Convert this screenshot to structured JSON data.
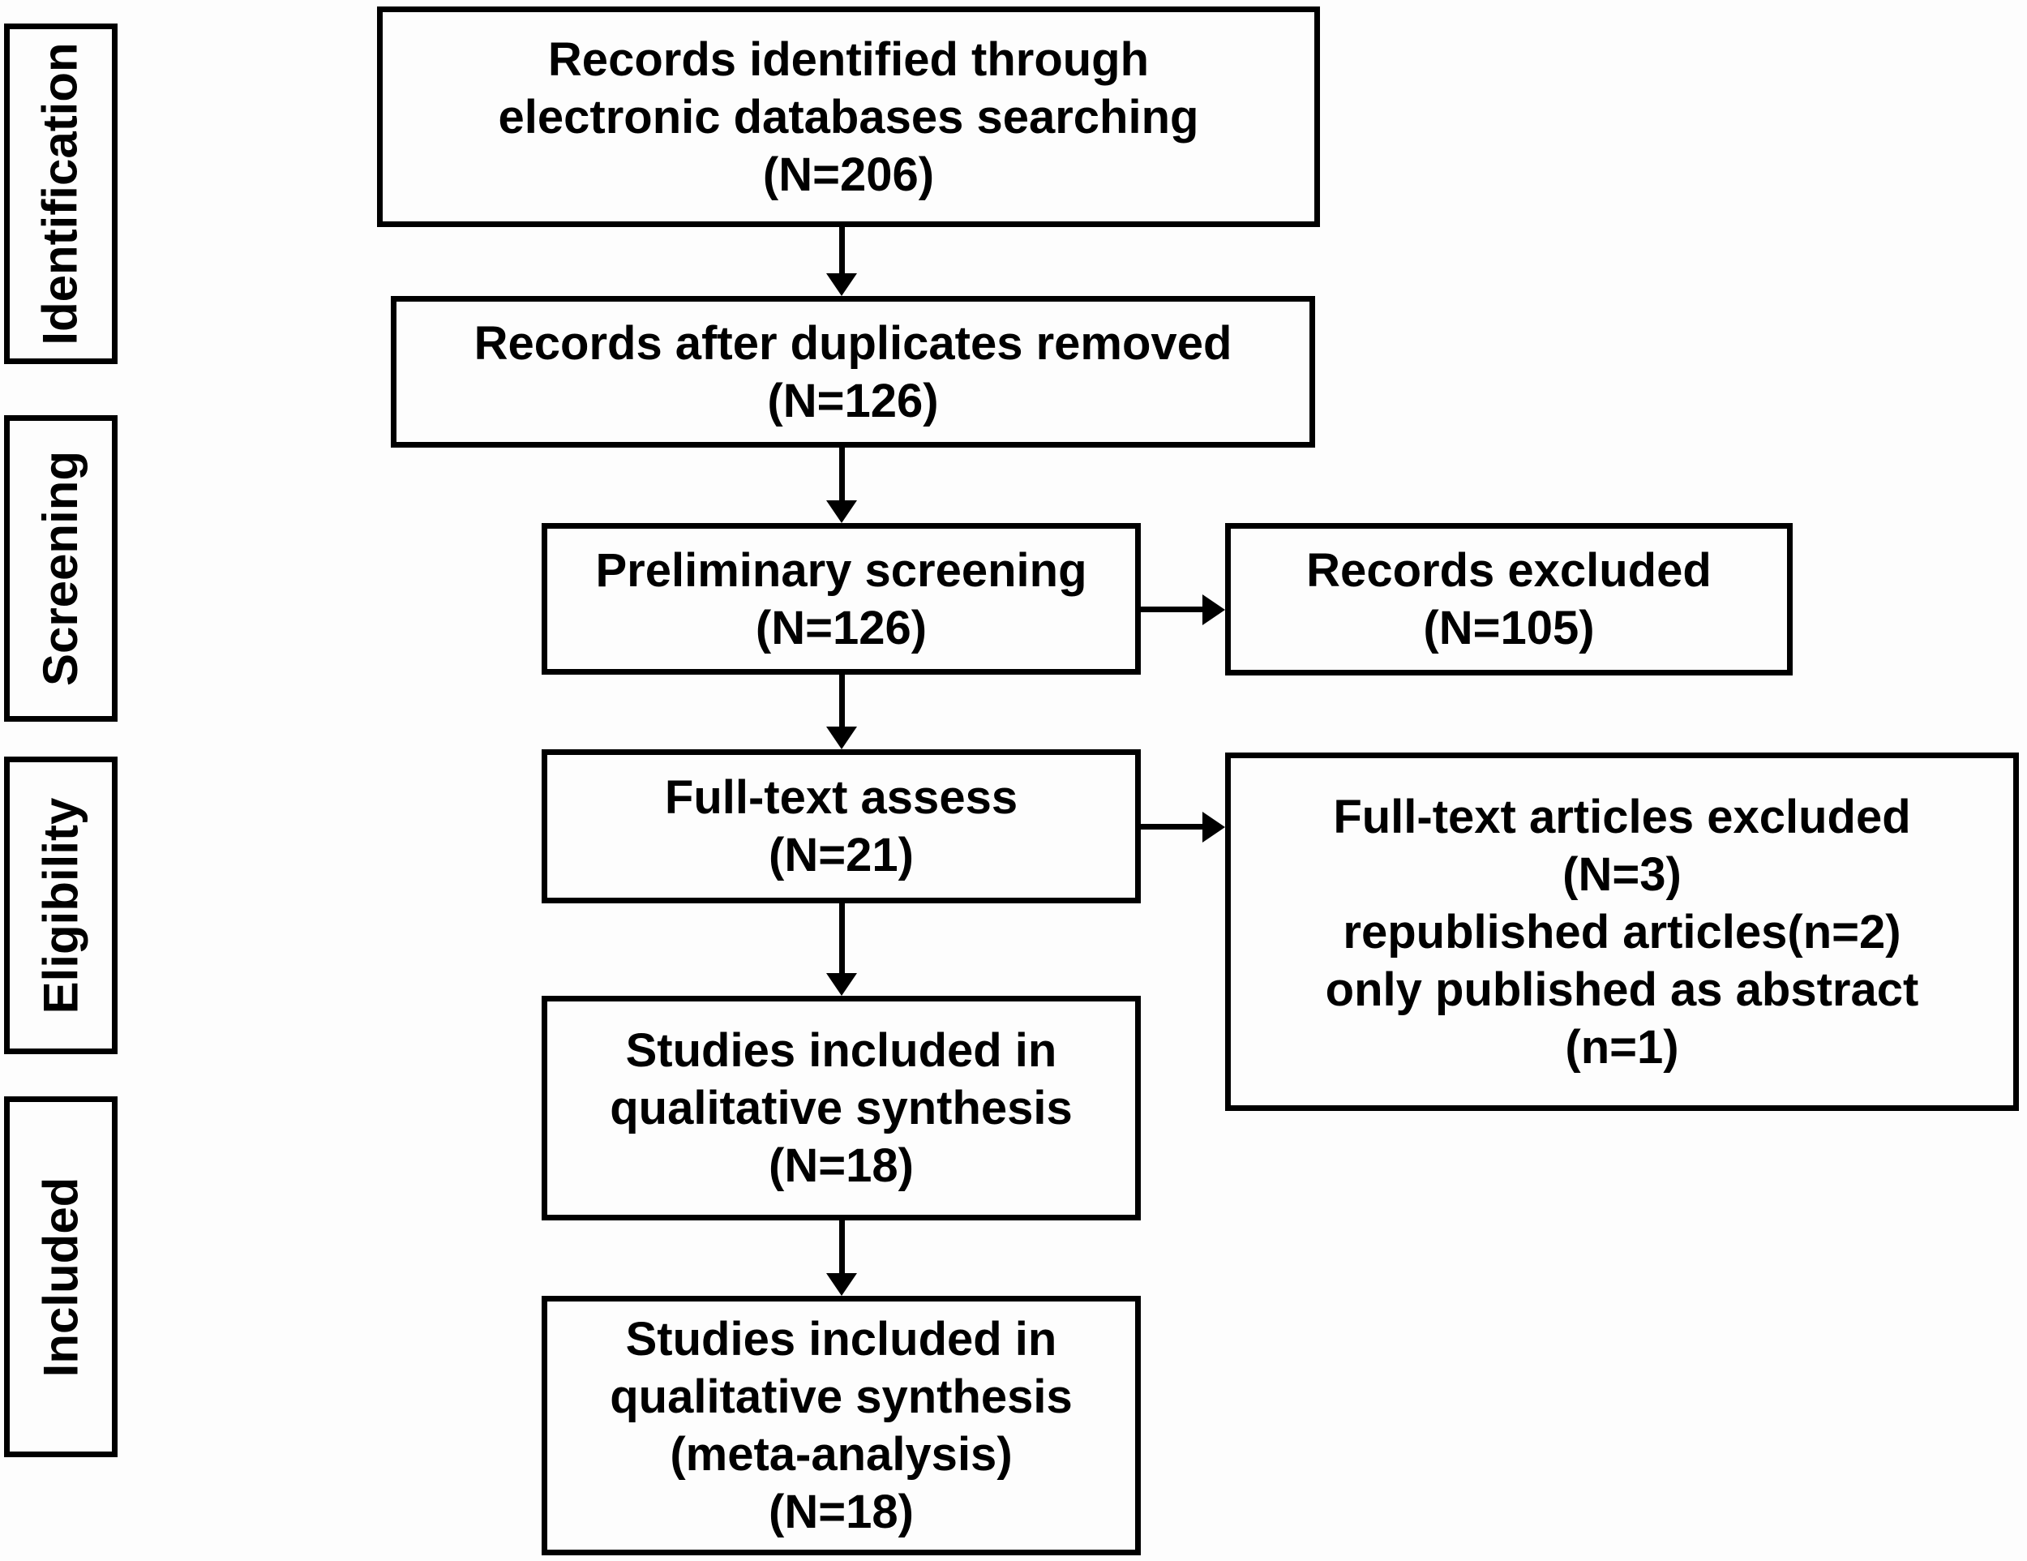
{
  "stages": [
    {
      "label": "Identification"
    },
    {
      "label": "Screening"
    },
    {
      "label": "Eligibility"
    },
    {
      "label": "Included"
    }
  ],
  "boxes": {
    "identified": {
      "text": "Records identified through\nelectronic databases searching\n(N=206)"
    },
    "deduplicated": {
      "text": "Records after duplicates removed\n(N=126)"
    },
    "screening": {
      "text": "Preliminary screening\n(N=126)"
    },
    "records_excluded": {
      "text": "Records excluded\n(N=105)"
    },
    "fulltext": {
      "text": "Full-text assess\n(N=21)"
    },
    "fulltext_excluded": {
      "text": "Full-text articles excluded\n(N=3)\nrepublished articles(n=2)\nonly published as abstract\n(n=1)"
    },
    "qualitative": {
      "text": "Studies included in\nqualitative synthesis\n(N=18)"
    },
    "meta": {
      "text": "Studies included in\nqualitative synthesis\n(meta-analysis)\n(N=18)"
    }
  },
  "colors": {
    "line": "#000000",
    "background": "#fdfdfd",
    "text": "#000000"
  }
}
